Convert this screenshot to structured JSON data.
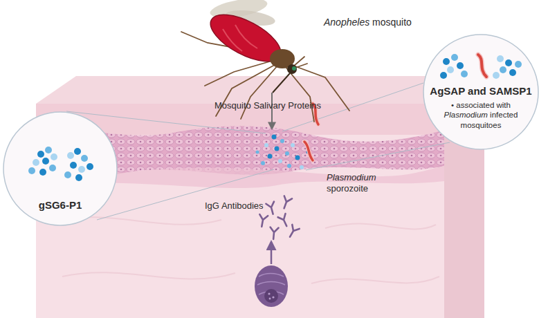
{
  "diagram": {
    "nodes": [
      {
        "text": [
          "gSG6-P1"
        ]
      },
      {
        "text": [
          "AgSAP and SAMSP1",
          "• associated with Plasmodium infected mosquitoes"
        ]
      }
    ],
    "labels": [
      "Anopheles mosquito",
      "Mosquito Salivary Proteins",
      "Plasmodium sporozoite",
      "IgG Antibodies"
    ]
  }
}
